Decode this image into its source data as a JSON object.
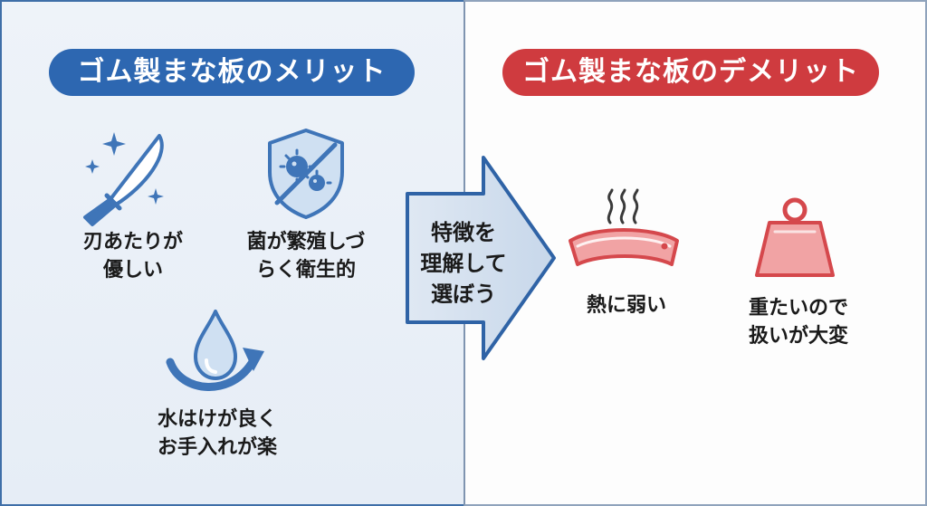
{
  "merits": {
    "title": "ゴム製まな板のメリット",
    "items": [
      {
        "icon": "knife-sparkle-icon",
        "line1": "刃あたりが",
        "line2": "優しい"
      },
      {
        "icon": "antibacterial-shield-icon",
        "line1": "菌が繁殖しづ",
        "line2": "らく衛生的"
      },
      {
        "icon": "water-drop-icon",
        "line1": "水はけが良く",
        "line2": "お手入れが楽"
      }
    ]
  },
  "center": {
    "line1": "特徴を",
    "line2": "理解して",
    "line3": "選ぼう"
  },
  "demerits": {
    "title": "ゴム製まな板のデメリット",
    "items": [
      {
        "icon": "heated-board-icon",
        "line1": "熱に弱い"
      },
      {
        "icon": "weight-icon",
        "line1": "重たいので",
        "line2": "扱いが大変"
      }
    ]
  },
  "colors": {
    "merit_accent": "#2d67b1",
    "demerit_accent": "#cf3b3f",
    "icon_blue": "#3f75b8",
    "icon_red": "#d5484c",
    "icon_red_fill": "#f1a3a4"
  }
}
